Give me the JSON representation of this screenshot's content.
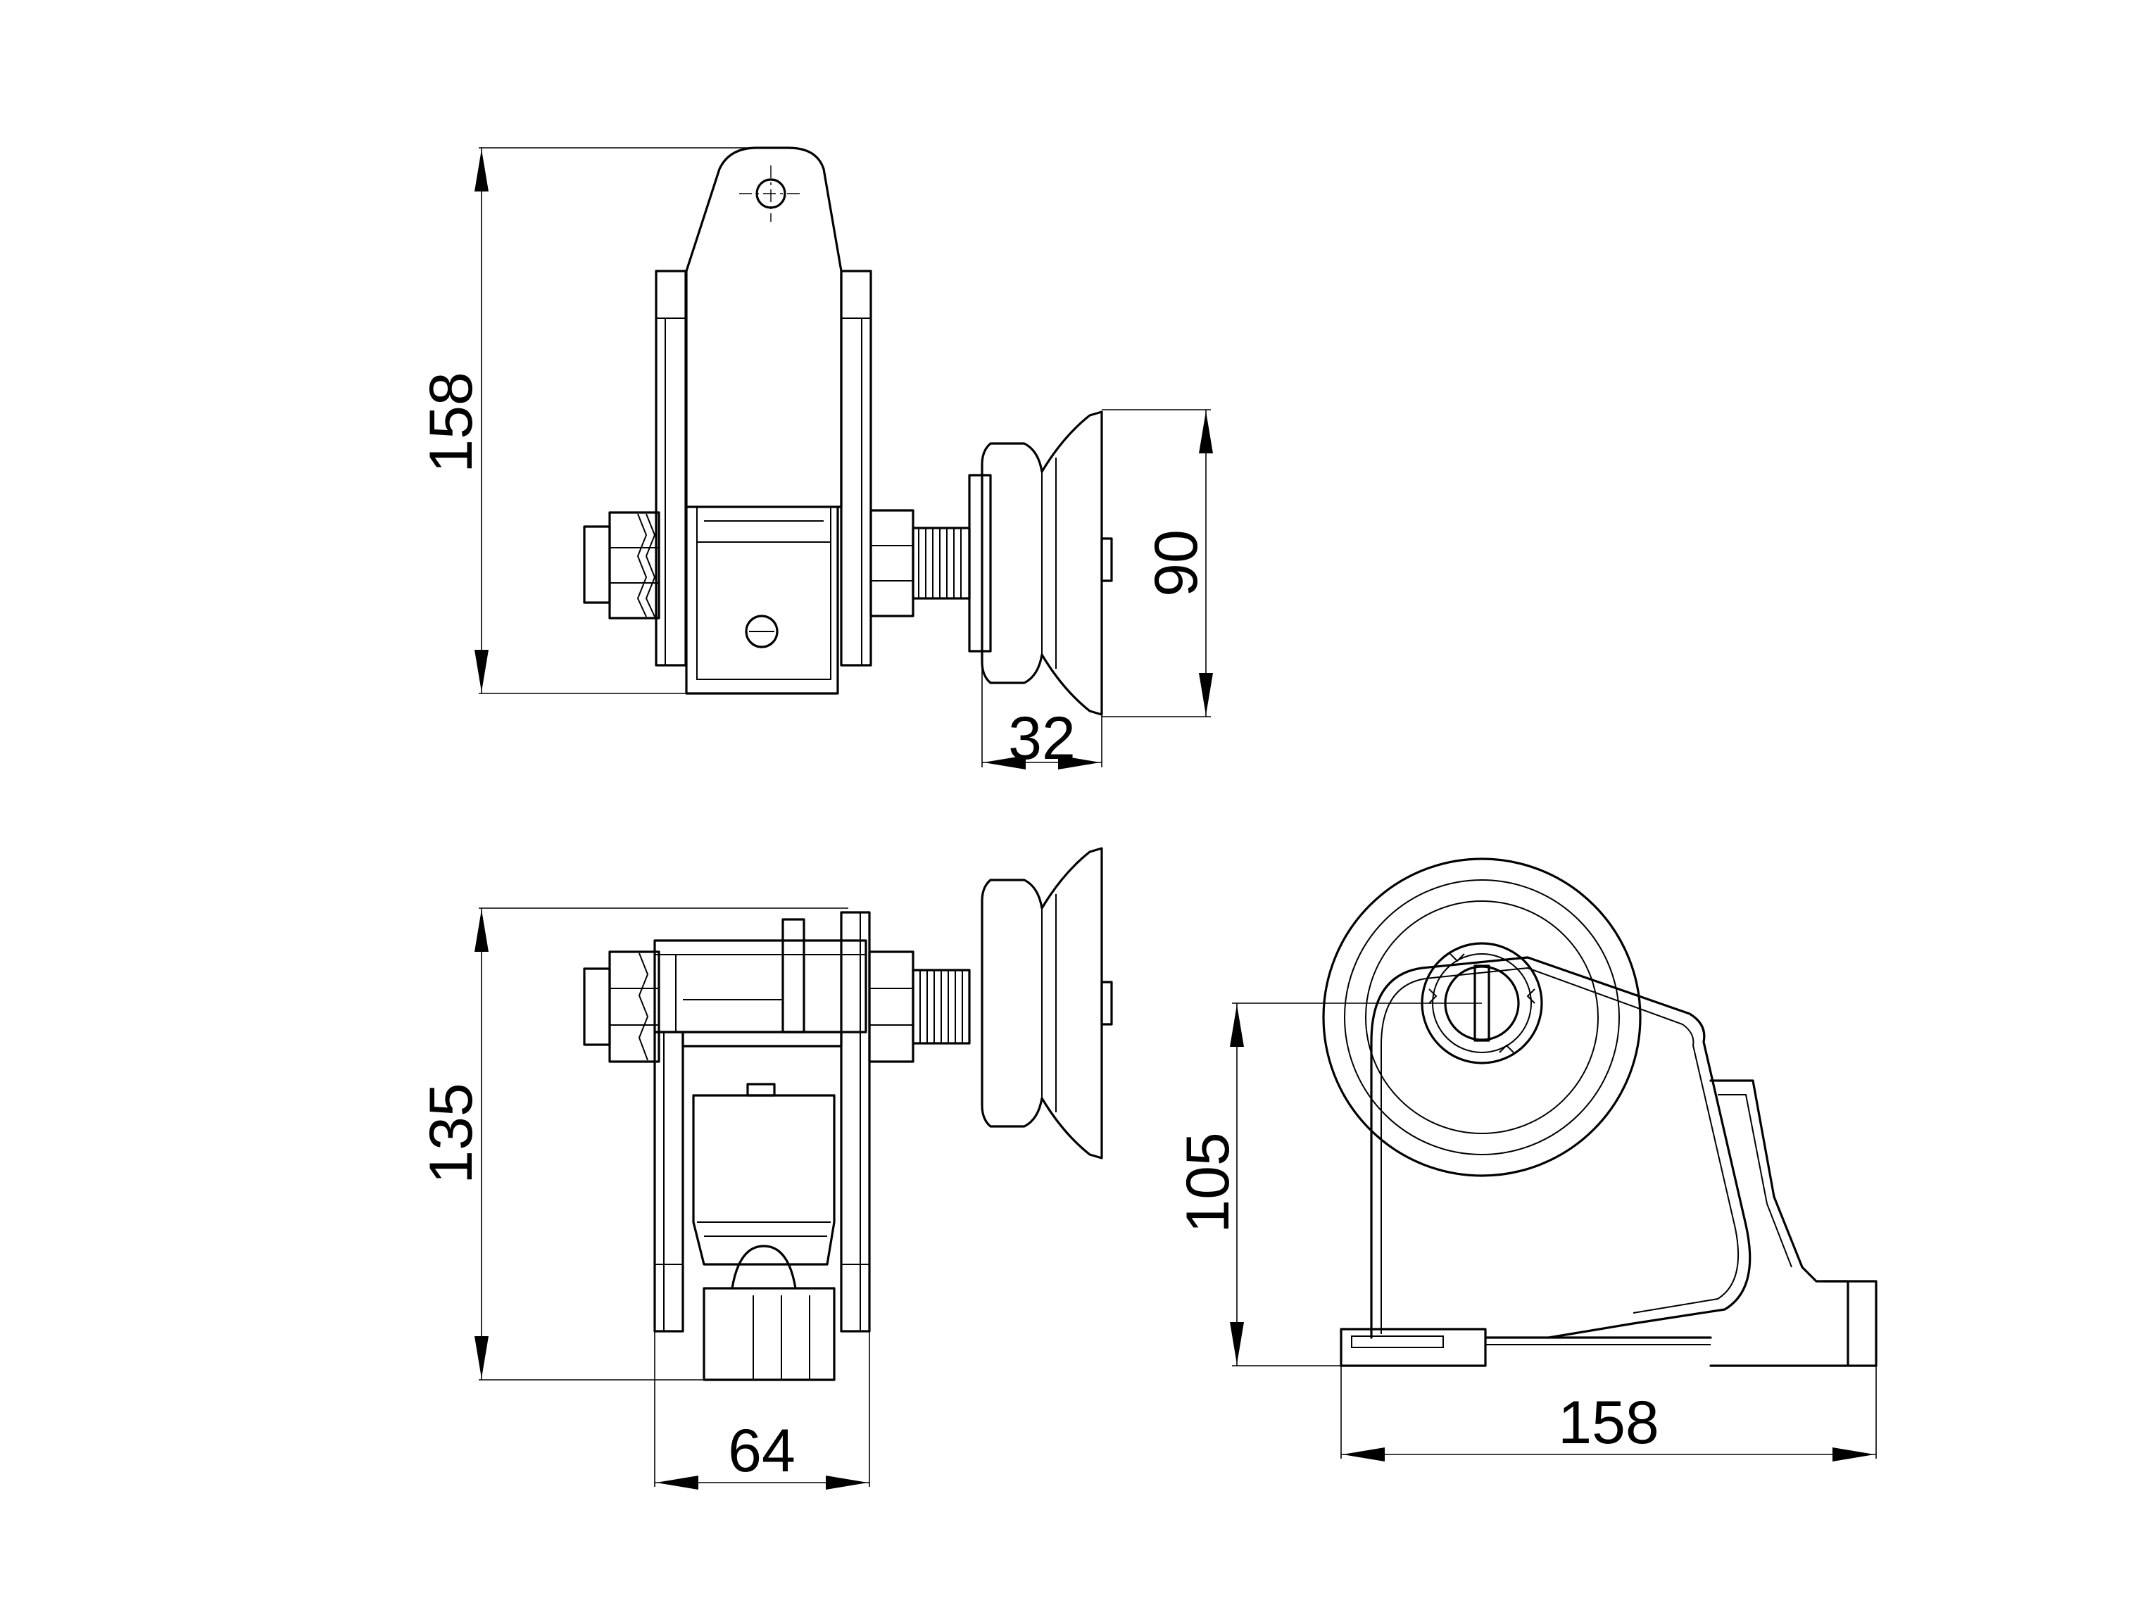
{
  "drawing": {
    "views": [
      "top-view",
      "front-view",
      "side-view"
    ],
    "dimensions": {
      "top_height": "158",
      "wheel_diameter": "90",
      "wheel_width": "32",
      "front_height": "135",
      "front_width": "64",
      "axle_height": "105",
      "side_length": "158"
    }
  }
}
